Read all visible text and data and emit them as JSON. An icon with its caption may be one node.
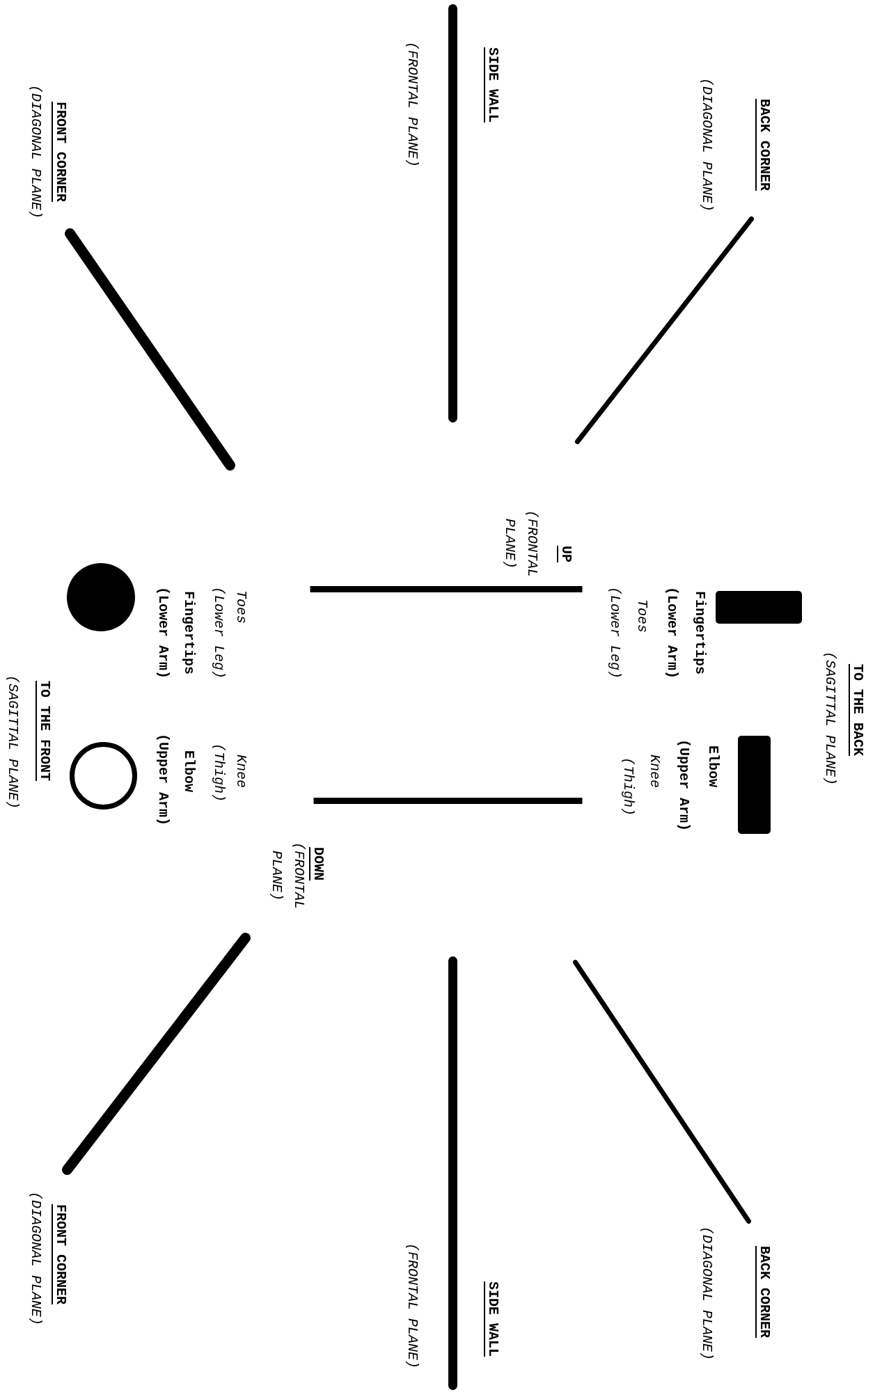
{
  "diagram": {
    "nodes": [
      {
        "text": [],
        "shape": "bar",
        "beside": [
          "FRONT CORNER",
          "(DIAGONAL PLANE)"
        ]
      },
      {
        "text": [],
        "shape": "bar",
        "beside": [
          "SIDE WALL",
          "(FRONTAL PLANE)"
        ]
      },
      {
        "text": [],
        "shape": "bar",
        "beside": [
          "BACK CORNER",
          "(DIAGONAL PLANE)"
        ]
      },
      {
        "text": [],
        "shape": "circle",
        "beside": [
          "Toes",
          "(Lower Leg)",
          "Fingertips",
          "(Lower Arm)"
        ]
      },
      {
        "text": [],
        "shape": "bar",
        "beside": [
          "UP",
          "(FRONTAL PLANE)"
        ]
      },
      {
        "text": [],
        "shape": "box",
        "beside": [
          "Fingertips",
          "(Lower Arm)",
          "Toes",
          "(Lower Leg)"
        ]
      },
      {
        "text": [],
        "shape": "circle",
        "beside": [
          "Knee",
          "(Thigh)",
          "Elbow",
          "(Upper Arm)"
        ]
      },
      {
        "text": [],
        "shape": "bar",
        "beside": [
          "DOWN",
          "(FRONTAL PLANE)"
        ]
      },
      {
        "text": [],
        "shape": "box",
        "beside": [
          "Elbow",
          "(Upper Arm)",
          "Knee",
          "(Thigh)"
        ]
      },
      {
        "text": [],
        "shape": "bar",
        "beside": [
          "FRONT CORNER",
          "(DIAGONAL PLANE)"
        ]
      },
      {
        "text": [],
        "shape": "bar",
        "beside": [
          "SIDE WALL",
          "(FRONTAL PLANE)"
        ]
      },
      {
        "text": [],
        "shape": "bar",
        "beside": [
          "BACK CORNER",
          "(DIAGONAL PLANE)"
        ]
      }
    ],
    "labels": [
      "TO THE BACK",
      "(SAGITTAL PLANE)",
      "TO THE FRONT",
      "(SAGITTAL PLANE)"
    ]
  }
}
